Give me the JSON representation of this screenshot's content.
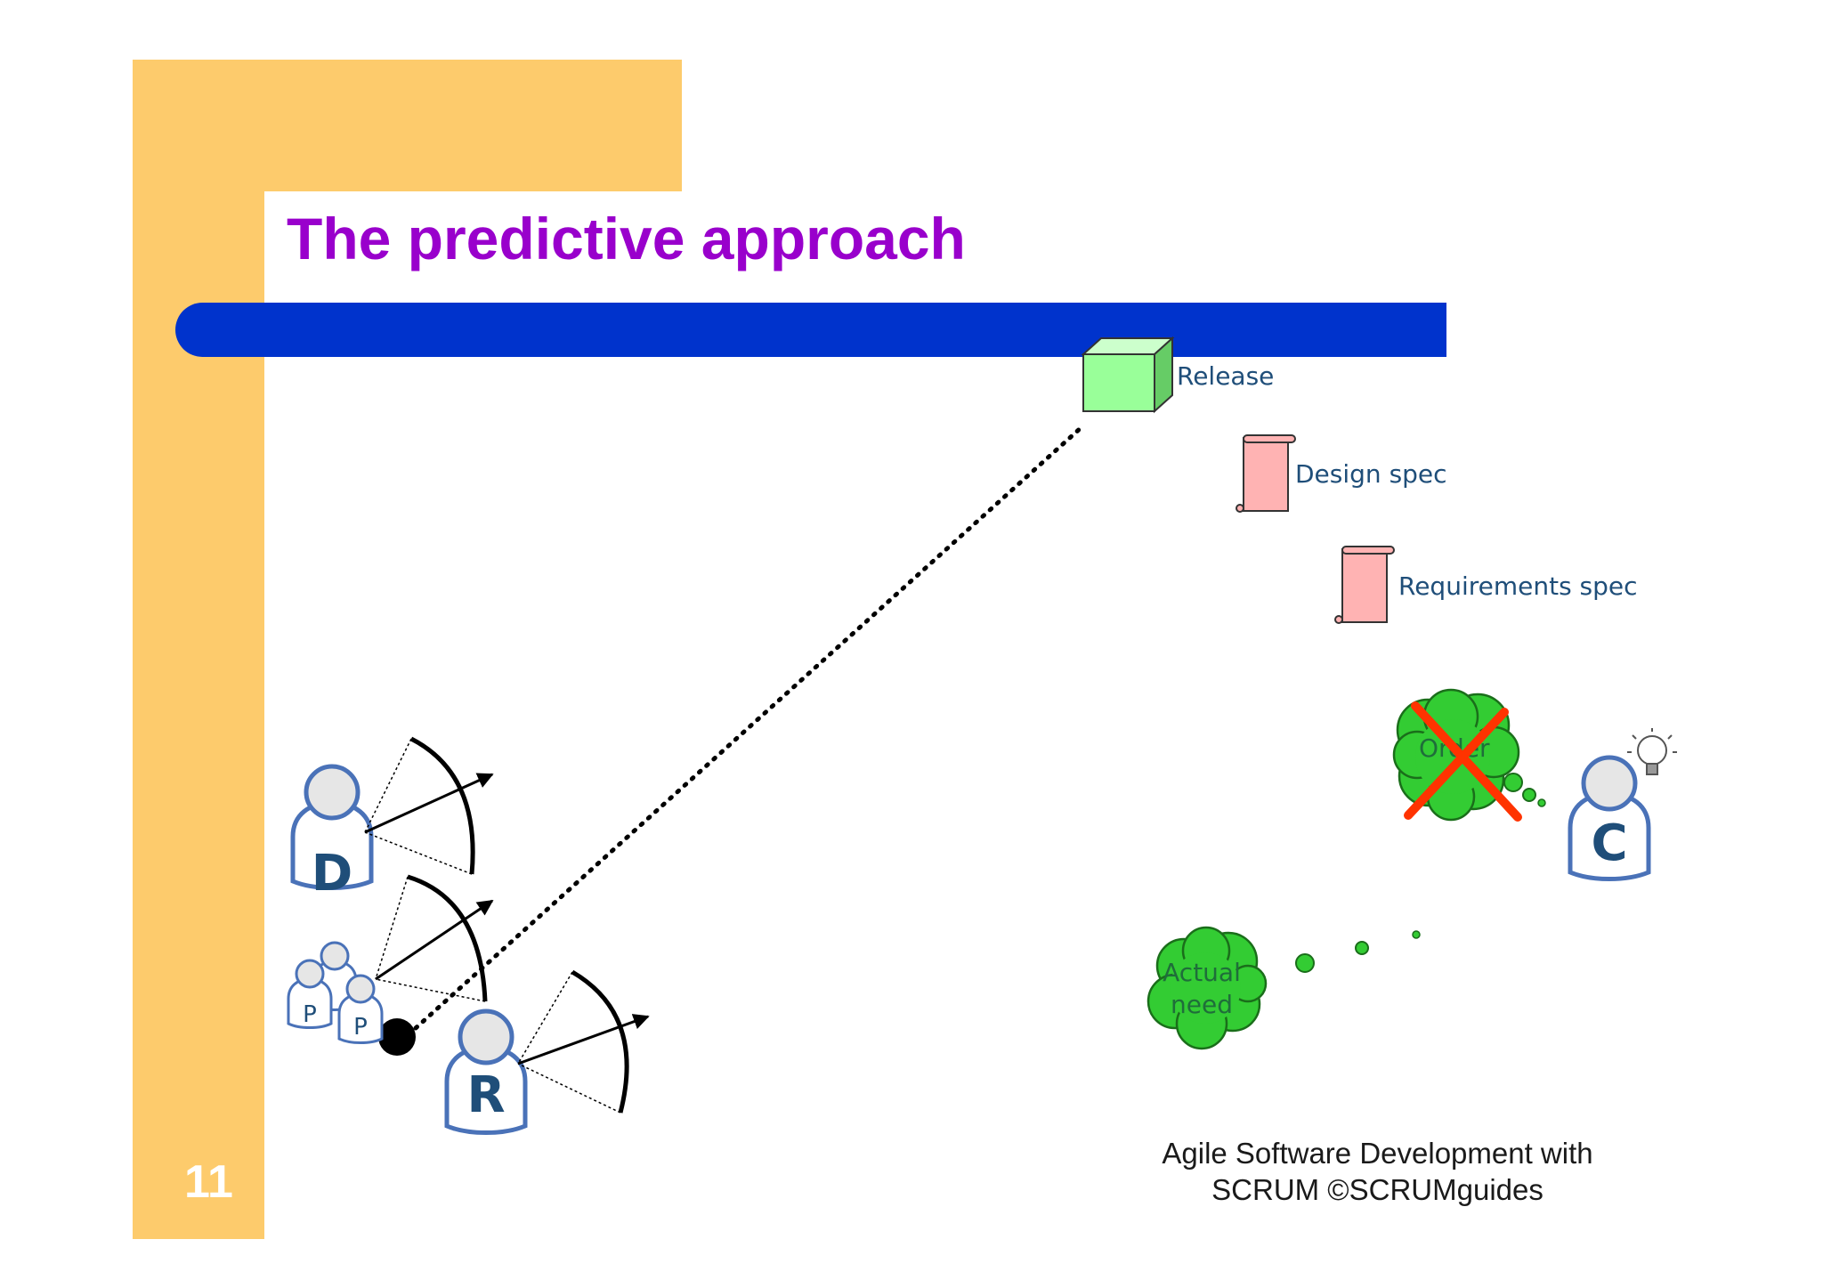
{
  "slide": {
    "title": "The predictive approach",
    "number": "11",
    "footer_line1": "Agile Software Development with",
    "footer_line2": "SCRUM ©SCRUMguides"
  },
  "diagram": {
    "release_label": "Release",
    "design_spec_label": "Design spec",
    "requirements_spec_label": "Requirements spec",
    "order_label": "Order",
    "actual_need_line1": "Actual",
    "actual_need_line2": "need",
    "person_d": "D",
    "person_p1": "P",
    "person_p2": "P",
    "person_r": "R",
    "person_c": "C"
  },
  "colors": {
    "title": "#9900CC",
    "band": "#FDCB6C",
    "bar": "#0033CC",
    "release_cube": "#99FF99",
    "scroll": "#FFB3B3",
    "cloud": "#33CC33",
    "cross": "#FF3300",
    "person_outline": "#4A72B8"
  },
  "icons": [
    "cube-icon",
    "scroll-icon",
    "cloud-icon",
    "cross-icon",
    "lightbulb-icon",
    "person-icon",
    "bow-icon",
    "arrow-icon"
  ]
}
